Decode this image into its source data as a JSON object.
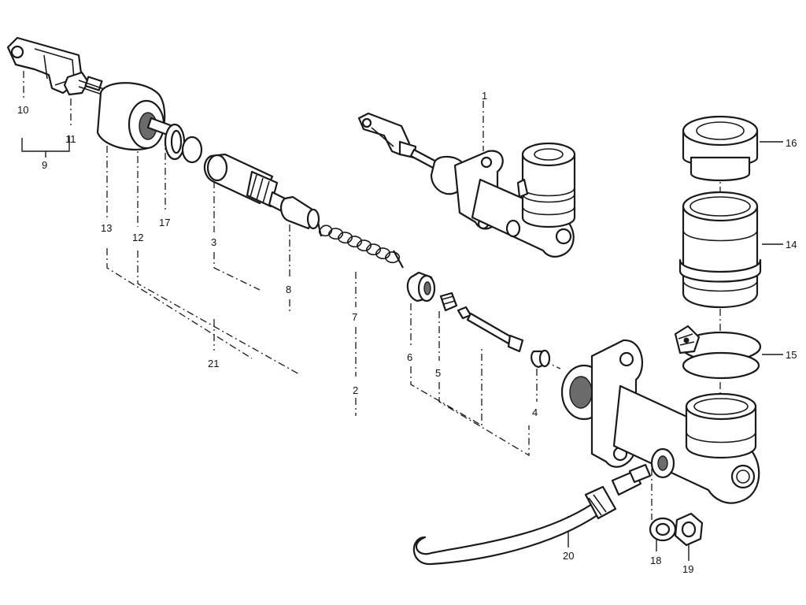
{
  "callouts": {
    "c1": "1",
    "c2": "2",
    "c3": "3",
    "c4": "4",
    "c5": "5",
    "c6": "6",
    "c7": "7",
    "c8": "8",
    "c9": "9",
    "c10": "10",
    "c11": "11",
    "c12": "12",
    "c13": "13",
    "c14": "14",
    "c15": "15",
    "c16": "16",
    "c17": "17",
    "c18": "18",
    "c19": "19",
    "c20": "20",
    "c21": "21"
  },
  "colors": {
    "ink": "#1a1a1a",
    "background": "#ffffff"
  }
}
